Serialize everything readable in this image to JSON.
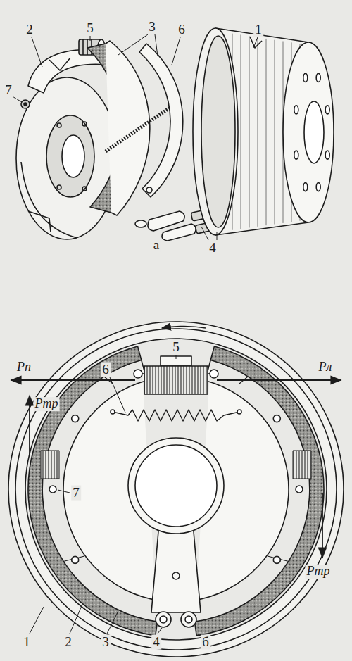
{
  "diagram": {
    "labels": [
      "2",
      "5",
      "3",
      "6",
      "1",
      "7",
      "а",
      "4",
      "5",
      "6",
      "Рп",
      "Рл",
      "Ртр",
      "Ртр",
      "7",
      "1",
      "2",
      "3",
      "4",
      "б"
    ]
  }
}
